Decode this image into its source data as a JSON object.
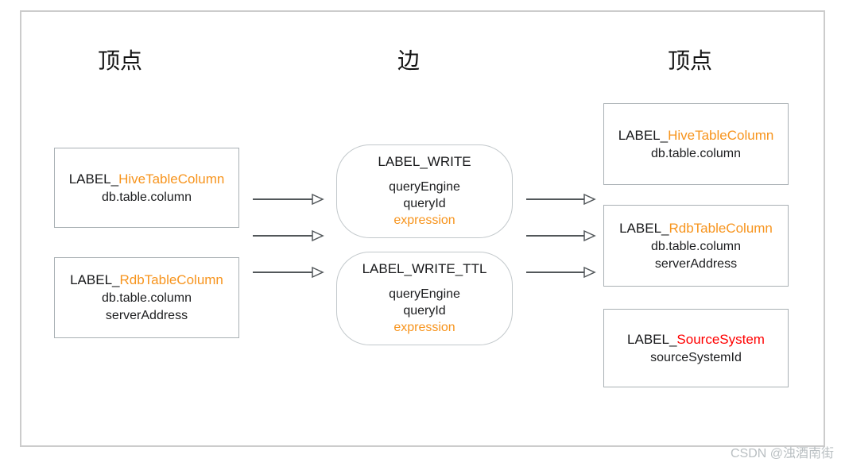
{
  "headers": {
    "left": "顶点",
    "center": "边",
    "right": "顶点"
  },
  "left_vertices": [
    {
      "label_prefix": "LABEL_",
      "label_name": "HiveTableColumn",
      "name_color": "#f7941d",
      "props": [
        "db.table.column"
      ]
    },
    {
      "label_prefix": "LABEL_",
      "label_name": "RdbTableColumn",
      "name_color": "#f7941d",
      "props": [
        "db.table.column",
        "serverAddress"
      ]
    }
  ],
  "edges": [
    {
      "label": "LABEL_WRITE",
      "props": [
        "queryEngine",
        "queryId"
      ],
      "highlight_prop": "expression",
      "highlight_color": "#f7941d"
    },
    {
      "label": "LABEL_WRITE_TTL",
      "props": [
        "queryEngine",
        "queryId"
      ],
      "highlight_prop": "expression",
      "highlight_color": "#f7941d"
    }
  ],
  "right_vertices": [
    {
      "label_prefix": "LABEL_",
      "label_name": "HiveTableColumn",
      "name_color": "#f7941d",
      "props": [
        "db.table.column"
      ]
    },
    {
      "label_prefix": "LABEL_",
      "label_name": "RdbTableColumn",
      "name_color": "#f7941d",
      "props": [
        "db.table.column",
        "serverAddress"
      ]
    },
    {
      "label_prefix": "LABEL_",
      "label_name": "SourceSystem",
      "name_color": "#ff0000",
      "props": [
        "sourceSystemId"
      ]
    }
  ],
  "watermark": "CSDN @浊酒南街",
  "colors": {
    "orange": "#f7941d",
    "red": "#ff0000",
    "arrow": "#52575a",
    "box_border": "#a9b0b4",
    "edge_border": "#c2c8cb",
    "frame_border": "#cccccc",
    "watermark": "#b9bfc2"
  }
}
